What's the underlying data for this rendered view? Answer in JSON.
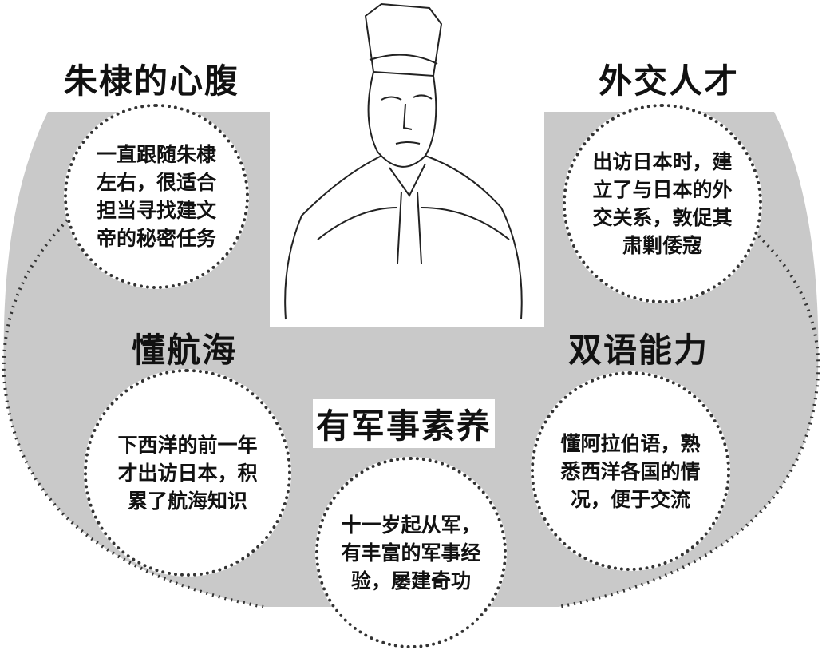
{
  "titles": {
    "confidant": "朱棣的心腹",
    "diplomat": "外交人才",
    "navigation": "懂航海",
    "bilingual": "双语能力",
    "military": "有军事素养"
  },
  "bubbles": {
    "confidant": [
      "一直跟随朱棣",
      "左右，很适合",
      "担当寻找建文",
      "帝的秘密任务"
    ],
    "diplomat": [
      "出访日本时，建",
      "立了与日本的外",
      "交关系，敦促其",
      "肃剿倭寇"
    ],
    "navigation": [
      "下西洋的前一年",
      "才出访日本，积",
      "累了航海知识"
    ],
    "military": [
      "十一岁起从军，",
      "有丰富的军事经",
      "验，屡建奇功"
    ],
    "bilingual": [
      "懂阿拉伯语，熟",
      "悉西洋各国的情",
      "况，便于交流"
    ]
  },
  "colors": {
    "background_shape": "#c9c9c9",
    "outline": "#333333"
  }
}
